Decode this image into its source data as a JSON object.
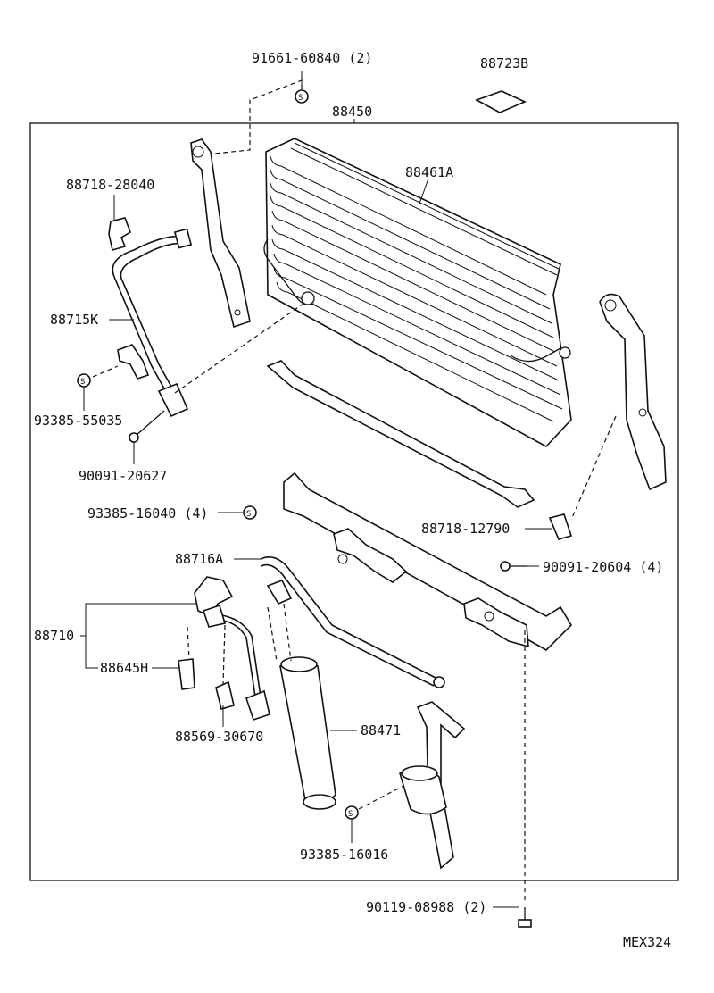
{
  "diagram": {
    "code": "MEX324",
    "parts": {
      "bolt_top": "91661-60840 (2)",
      "label_sticker": "88723B",
      "condenser_assy": "88450",
      "condenser_core": "88461A",
      "clamp_upper_left": "88718-28040",
      "discharge_tube": "88715K",
      "nut_left": "93385-55035",
      "bolt_left": "90091-20627",
      "nut_bracket": "93385-16040 (4)",
      "clamp_right": "88718-12790",
      "bolt_right": "90091-20604 (4)",
      "liquid_tube": "88716A",
      "tube_assy": "88710",
      "pressure_switch": "88645H",
      "plug": "88569-30670",
      "receiver": "88471",
      "nut_bottom": "93385-16016",
      "bolt_bottom": "90119-08988 (2)"
    }
  }
}
